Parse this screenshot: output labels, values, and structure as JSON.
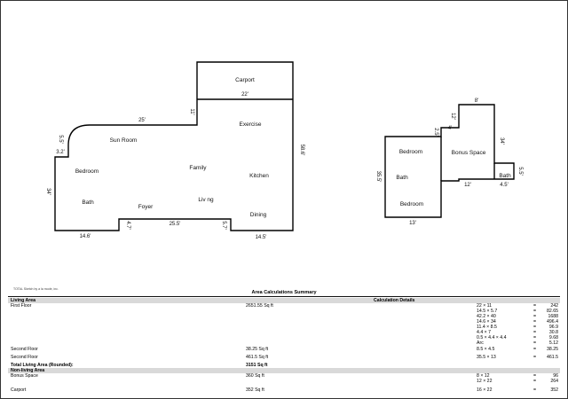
{
  "rooms": {
    "carport": "Carport",
    "sun_room": "Sun Room",
    "exercise": "Exercise",
    "bedroom1": "Bedroom",
    "family": "Family",
    "kitchen": "Kitchen",
    "bath1": "Bath",
    "foyer": "Foyer",
    "living": "Liv ng",
    "dining": "Dining",
    "bedroom2": "Bedroom",
    "bonus": "Bonus Space",
    "bath2": "Bath",
    "bath3": "Bath",
    "bedroom3": "Bedroom"
  },
  "dimensions": {
    "carport_w": "22'",
    "carport_h": "11'",
    "sunroom_w": "25'",
    "left_top": "3.2'",
    "left_jog": "5.5'",
    "left_h": "34'",
    "right_h": "58.6'",
    "bottom_left": "14.6'",
    "foyer_jog": "4.7'",
    "bottom_mid": "25.5'",
    "dining_jog": "5.7'",
    "bottom_right": "14.5'",
    "u_top": "8'",
    "u_jog1": "4'",
    "u_jog2": "2.5'",
    "u_h1": "12'",
    "u_left_h": "35.5'",
    "u_right_h": "34'",
    "u_bath_h": "5.5'",
    "u_mid": "12'",
    "u_bath_w": "4.5'",
    "u_bottom": "13'"
  },
  "note": "TOTAL Sketch by a la mode, inc.",
  "summary": {
    "title": "Area Calculations Summary",
    "living_area": "Living Area",
    "calc_details": "Calculation Details",
    "first_floor": "First Floor",
    "first_floor_val": "2651.55 Sq ft",
    "first_floor_calcs": [
      {
        "expr": "22 × 11",
        "eq": "=",
        "res": "242"
      },
      {
        "expr": "14.5 × 5.7",
        "eq": "=",
        "res": "82.65"
      },
      {
        "expr": "42.2 × 40",
        "eq": "=",
        "res": "1688"
      },
      {
        "expr": "14.6 × 34",
        "eq": "=",
        "res": "496.4"
      },
      {
        "expr": "11.4 × 8.5",
        "eq": "=",
        "res": "96.9"
      },
      {
        "expr": "4.4 × 7",
        "eq": "=",
        "res": "30.8"
      },
      {
        "expr": "0.5 × 4.4 × 4.4",
        "eq": "=",
        "res": "9.68"
      },
      {
        "expr": "Arc",
        "eq": "=",
        "res": "5.12"
      }
    ],
    "second_floor_a": "Second Floor",
    "second_floor_a_val": "38.25 Sq ft",
    "second_floor_a_calc": {
      "expr": "8.5 × 4.5",
      "eq": "=",
      "res": "38.25"
    },
    "second_floor_b": "Second Floor",
    "second_floor_b_val": "461.5 Sq ft",
    "second_floor_b_calc": {
      "expr": "35.5 × 13",
      "eq": "=",
      "res": "461.5"
    },
    "total_label": "Total Living Area (Rounded):",
    "total_val": "3151 Sq ft",
    "non_living": "Non-living Area",
    "bonus": "Bonus Space",
    "bonus_val": "360 Sq ft",
    "bonus_calcs": [
      {
        "expr": "8 × 12",
        "eq": "=",
        "res": "96"
      },
      {
        "expr": "12 × 22",
        "eq": "=",
        "res": "264"
      }
    ],
    "carport": "Carport",
    "carport_val": "352 Sq ft",
    "carport_calc": {
      "expr": "16 × 22",
      "eq": "=",
      "res": "352"
    }
  }
}
